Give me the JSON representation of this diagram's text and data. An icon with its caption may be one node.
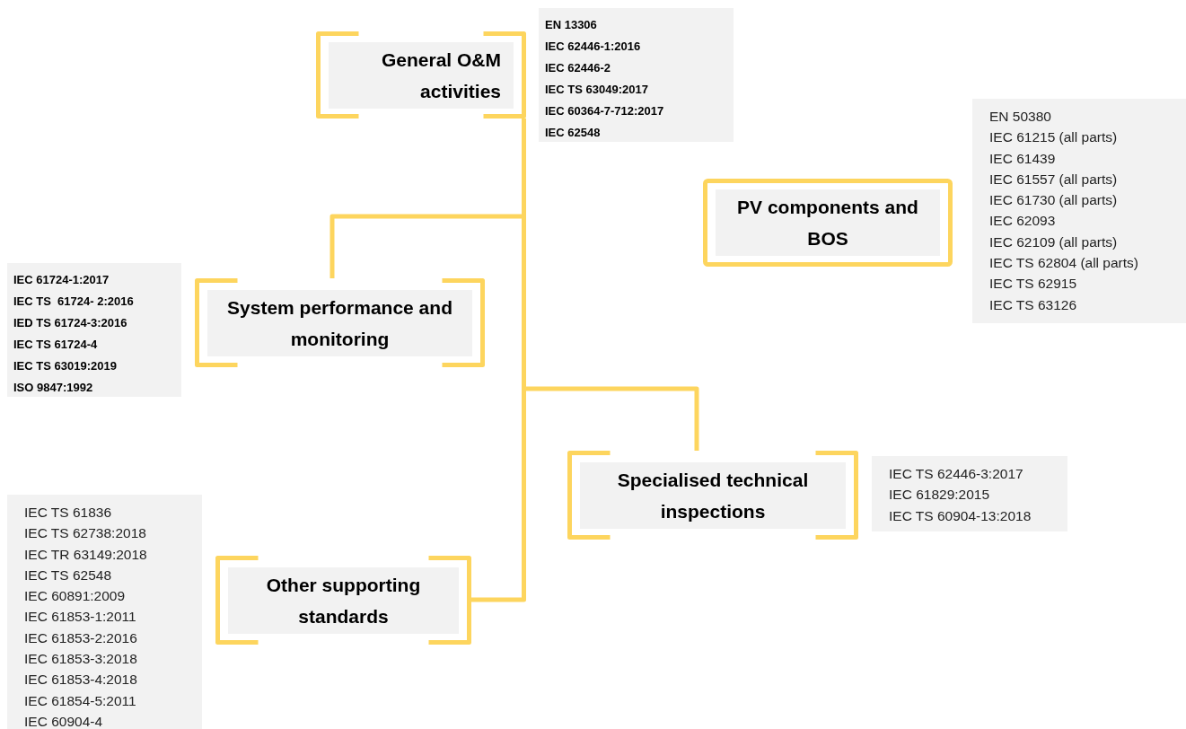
{
  "diagram": {
    "nodes": [
      {
        "text": [
          "General O&M activities"
        ]
      },
      {
        "text": [
          "EN 13306",
          "IEC 62446-1:2016",
          "IEC 62446-2",
          "IEC TS 63049:2017",
          "IEC 60364-7-712:2017",
          "IEC 62548"
        ]
      },
      {
        "text": [
          "PV components and BOS"
        ]
      },
      {
        "text": [
          "EN 50380",
          "IEC 61215 (all parts)",
          "IEC 61439",
          "IEC 61557 (all parts)",
          "IEC 61730 (all parts)",
          "IEC 62093",
          "IEC 62109 (all parts)",
          "IEC TS 62804 (all parts)",
          "IEC TS 62915",
          "IEC TS 63126"
        ]
      },
      {
        "text": [
          "IEC 61724-1:2017",
          "IEC TS  61724- 2:2016",
          "IED TS 61724-3:2016",
          "IEC TS 61724-4",
          "IEC TS 63019:2019",
          "ISO 9847:1992"
        ]
      },
      {
        "text": [
          "System performance and monitoring"
        ]
      },
      {
        "text": [
          "Specialised technical inspections"
        ]
      },
      {
        "text": [
          "IEC TS 62446-3:2017",
          "IEC 61829:2015",
          "IEC TS 60904-13:2018"
        ]
      },
      {
        "text": [
          "IEC TS 61836",
          "IEC TS 62738:2018",
          "IEC TR 63149:2018",
          "IEC TS 62548",
          "IEC 60891:2009",
          "IEC 61853-1:2011",
          "IEC 61853-2:2016",
          "IEC 61853-3:2018",
          "IEC 61853-4:2018",
          "IEC 61854-5:2011",
          "IEC 60904-4"
        ]
      },
      {
        "text": [
          "Other supporting standards"
        ]
      }
    ],
    "edges": [
      {
        "from": 0,
        "to": 5,
        "arrow": "none"
      },
      {
        "from": 0,
        "to": 6,
        "arrow": "none"
      },
      {
        "from": 0,
        "to": 9,
        "arrow": "none"
      }
    ]
  }
}
